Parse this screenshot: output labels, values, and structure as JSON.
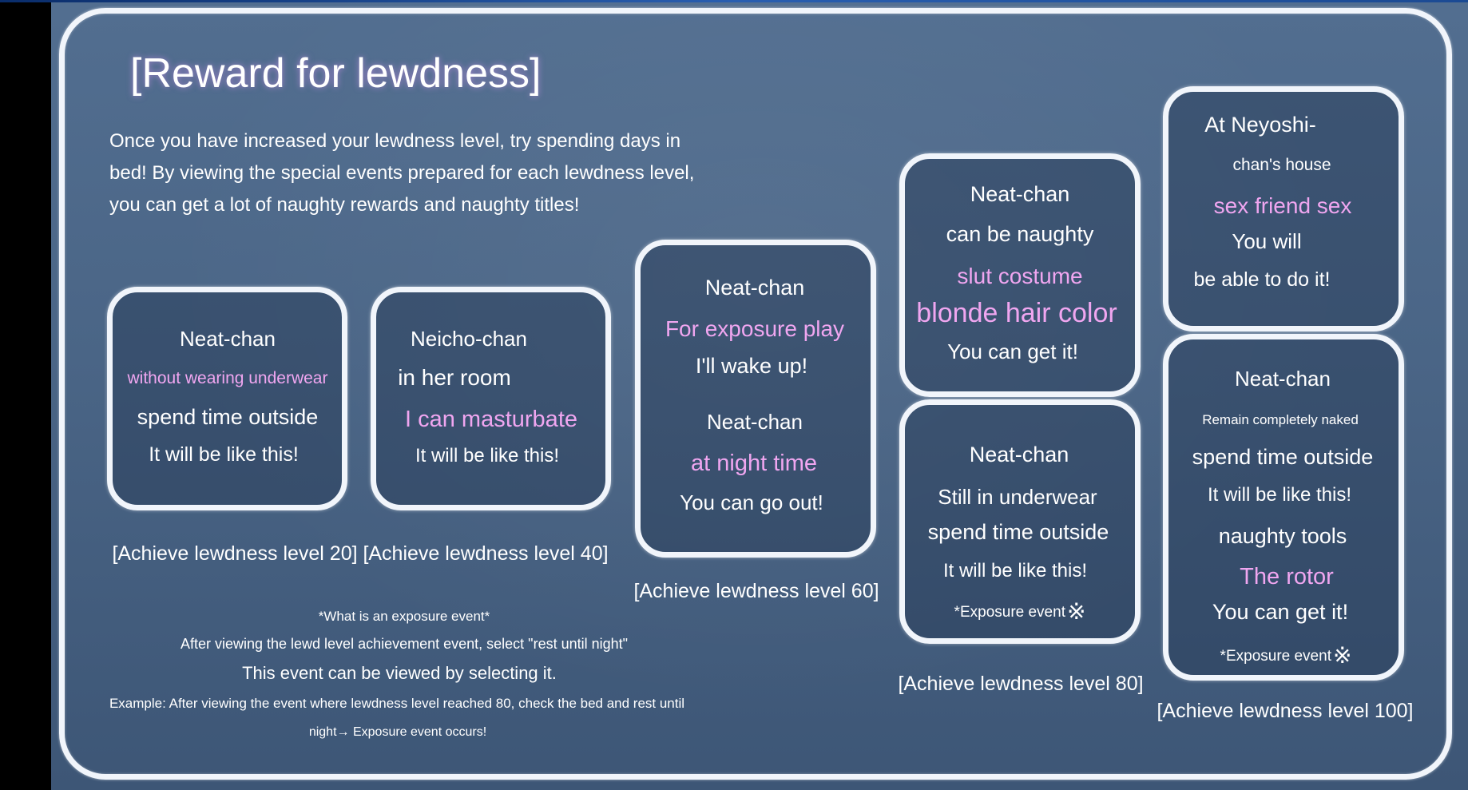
{
  "title": "[Reward for lewdness]",
  "intro": "Once you have increased your lewdness level, try spending days in bed! By viewing the special events prepared for each lewdness level, you can get a lot of naughty rewards and naughty titles!",
  "cards": [
    {
      "lines": [
        "Neat-chan",
        "without wearing underwear",
        "spend time outside",
        "It will be like this!"
      ],
      "level": "[Achieve lewdness level 20]"
    },
    {
      "lines": [
        "Neicho-chan",
        "in her room",
        "I can masturbate",
        "It will be like this!"
      ],
      "level": "[Achieve lewdness level 40]"
    },
    {
      "lines": [
        "Neat-chan",
        "For exposure play",
        "I'll wake up!",
        "Neat-chan",
        "at night time",
        "You can go out!"
      ],
      "level": "[Achieve lewdness level 60]"
    },
    {
      "lines": [
        "Neat-chan",
        "can be naughty",
        "slut costume",
        "blonde hair color",
        "You can get it!"
      ]
    },
    {
      "lines": [
        "Neat-chan",
        "Still in underwear",
        "spend time outside",
        "It will be like this!",
        "*Exposure event"
      ],
      "level": "[Achieve lewdness level 80]"
    },
    {
      "lines": [
        "At Neyoshi-",
        "chan's house",
        "sex friend sex",
        "You will",
        "be able to do it!"
      ]
    },
    {
      "lines": [
        "Neat-chan",
        "Remain completely naked",
        "spend time outside",
        "It will be like this!",
        "naughty tools",
        "The rotor",
        "You can get it!",
        "*Exposure event"
      ],
      "level": "[Achieve lewdness level 100]"
    }
  ],
  "explanation": [
    "*What is an exposure event*",
    "After viewing the lewd level achievement event, select \"rest until night\"",
    "This event can be viewed by selecting it.",
    "Example: After viewing the event where lewdness level reached 80, check the bed and rest until",
    "night→ Exposure event occurs!"
  ],
  "exposure_mark": "※",
  "colors": {
    "accent_pink": "#f0a6f0",
    "text": "#ffffff",
    "border": "#f1f5fb",
    "background": "#4a6586"
  }
}
